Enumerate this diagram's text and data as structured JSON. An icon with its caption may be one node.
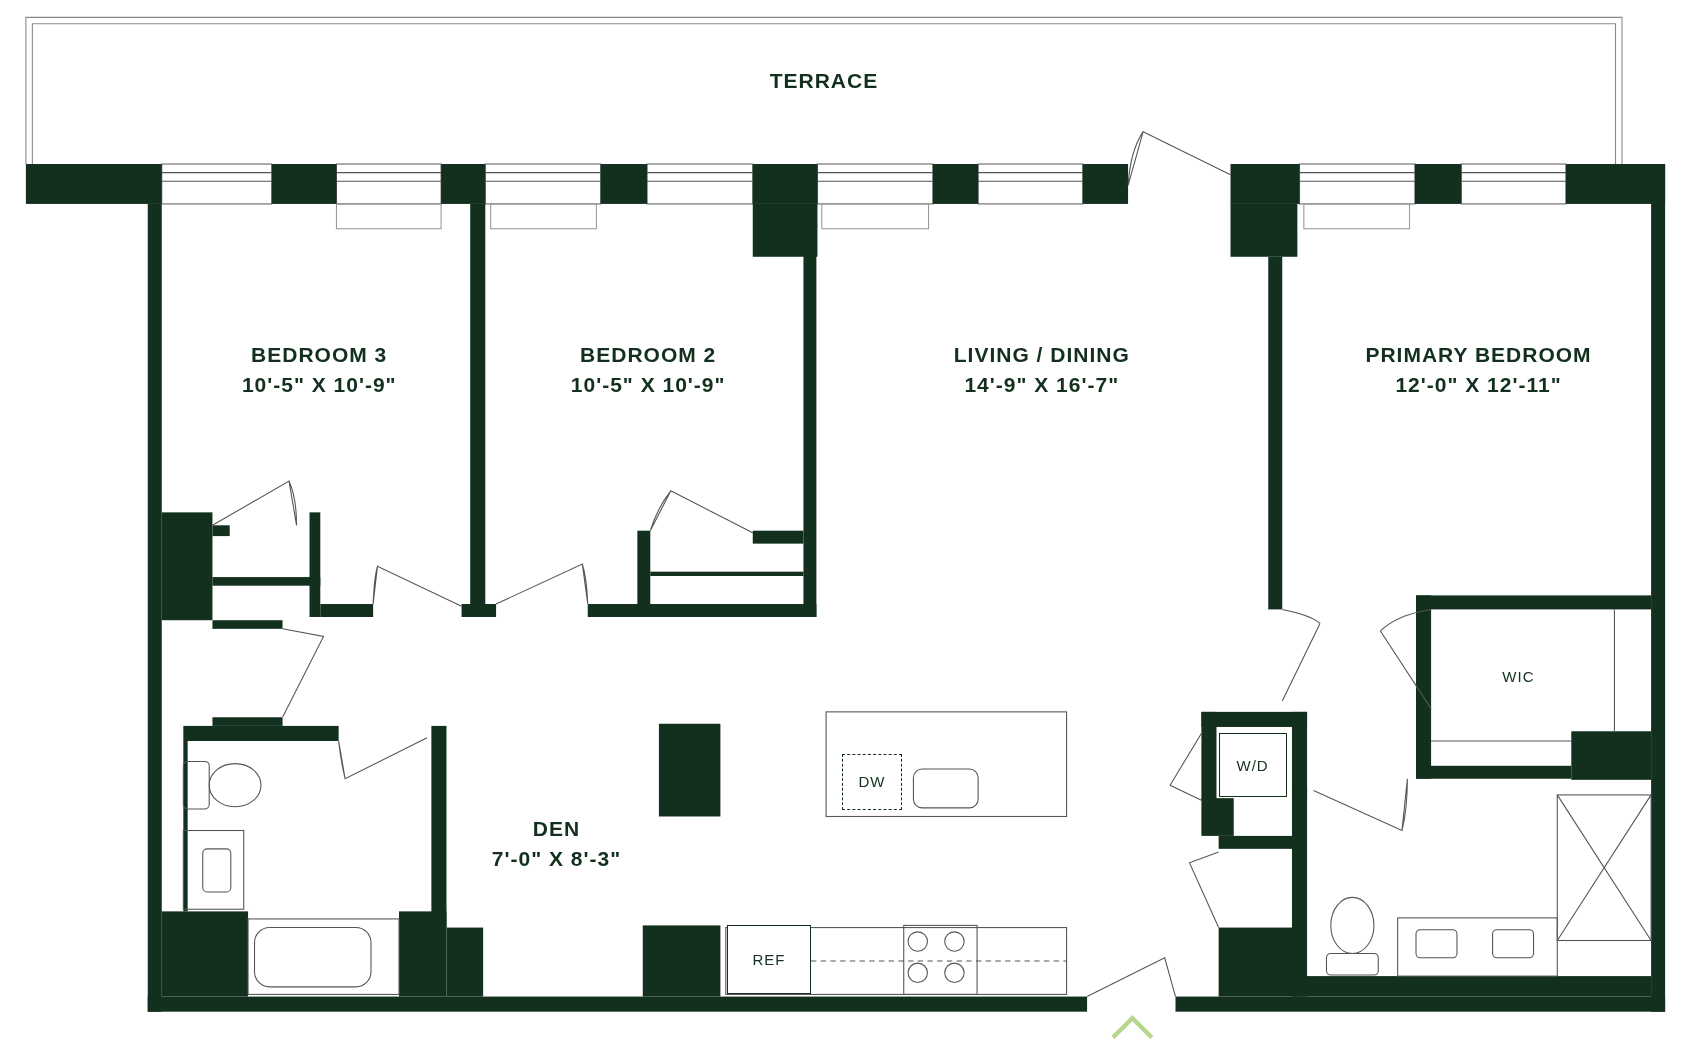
{
  "diagram": {
    "nodes": [
      {
        "text": [
          "TERRACE"
        ]
      },
      {
        "text": [
          "BEDROOM 3",
          "10'-5\" X 10'-9\""
        ]
      },
      {
        "text": [
          "BEDROOM 2",
          "10'-5\" X 10'-9\""
        ]
      },
      {
        "text": [
          "LIVING / DINING",
          "14'-9\" X 16'-7\""
        ]
      },
      {
        "text": [
          "PRIMARY BEDROOM",
          "12'-0\" X 12'-11\""
        ]
      },
      {
        "text": [
          "WIC"
        ]
      },
      {
        "text": [
          "DW"
        ]
      },
      {
        "text": [
          "W/D"
        ]
      },
      {
        "text": [
          "DEN",
          "7'-0\" X 8'-3\""
        ]
      },
      {
        "text": [
          "REF"
        ]
      }
    ]
  }
}
